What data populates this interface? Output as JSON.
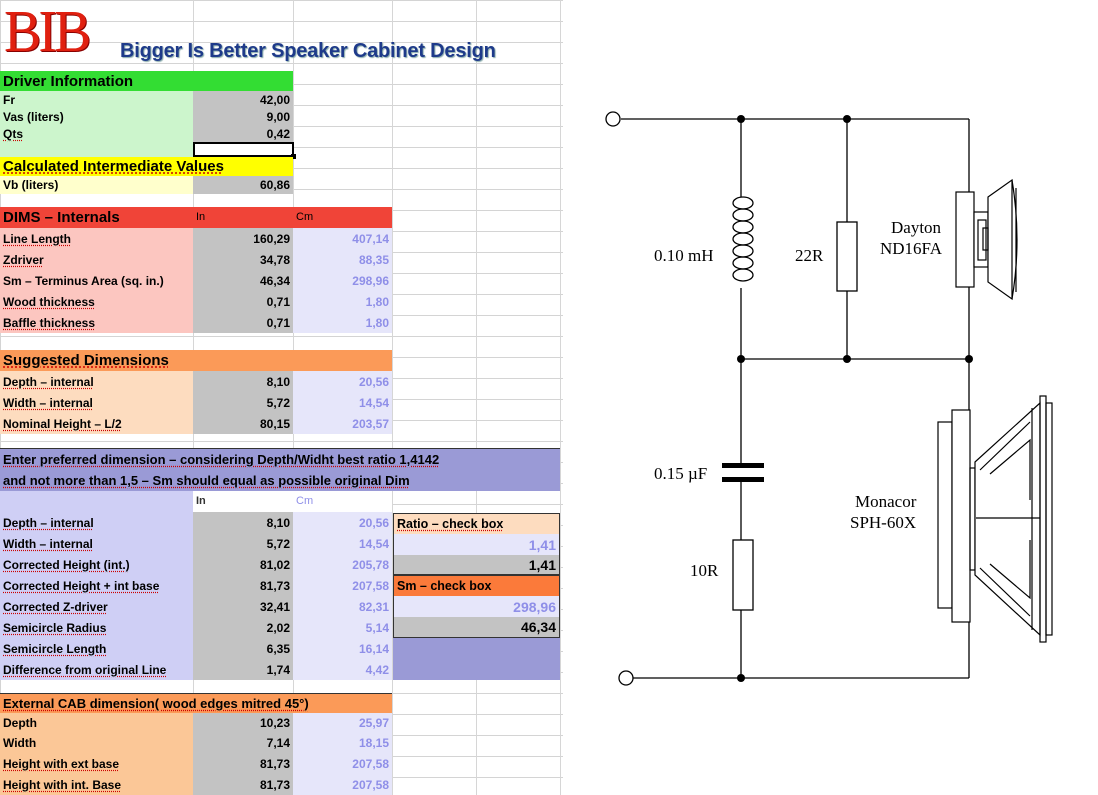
{
  "header": {
    "logo": "BIB",
    "title": "Bigger Is Better Speaker Cabinet Design"
  },
  "driver": {
    "title": "Driver Information",
    "rows": [
      {
        "label": "Fr",
        "value": "42,00"
      },
      {
        "label": "Vas (liters)",
        "value": "9,00"
      },
      {
        "label": "Qts",
        "value": "0,42"
      }
    ]
  },
  "calc": {
    "title": "Calculated  Intermediate  Values",
    "label": "Vb (liters)",
    "value": "60,86"
  },
  "dims": {
    "title": "DIMS – Internals",
    "col_in": "In",
    "col_cm": "Cm",
    "rows": [
      {
        "label": "Line Length",
        "in": "160,29",
        "cm": "407,14"
      },
      {
        "label": "Zdriver",
        "in": "34,78",
        "cm": "88,35"
      },
      {
        "label": "Sm – Terminus Area (sq. in.)",
        "in": "46,34",
        "cm": "298,96"
      },
      {
        "label": "Wood thickness",
        "in": "0,71",
        "cm": "1,80"
      },
      {
        "label": "Baffle thickness",
        "in": "0,71",
        "cm": "1,80"
      }
    ]
  },
  "suggested": {
    "title": "Suggested  Dimensions",
    "rows": [
      {
        "label": "Depth – internal",
        "in": "8,10",
        "cm": "20,56"
      },
      {
        "label": "Width – internal",
        "in": "5,72",
        "cm": "14,54"
      },
      {
        "label": "Nominal Height – L/2",
        "in": "80,15",
        "cm": "203,57"
      }
    ]
  },
  "preferred": {
    "line1": "Enter preferred dimension – considering Depth/Widht best ratio 1,4142",
    "line2": "and not more than 1,5 – Sm should equal as possible original Dim",
    "col_in": "In",
    "col_cm": "Cm",
    "rows": [
      {
        "label": "Depth – internal",
        "in": "8,10",
        "cm": "20,56"
      },
      {
        "label": "Width – internal",
        "in": "5,72",
        "cm": "14,54"
      },
      {
        "label": "Corrected Height (int.)",
        "in": "81,02",
        "cm": "205,78"
      },
      {
        "label": "Corrected Height + int base",
        "in": "81,73",
        "cm": "207,58"
      },
      {
        "label": "Corrected Z-driver",
        "in": "32,41",
        "cm": "82,31"
      },
      {
        "label": "Semicircle Radius",
        "in": "2,02",
        "cm": "5,14"
      },
      {
        "label": "Semicircle Length",
        "in": "6,35",
        "cm": "16,14"
      },
      {
        "label": "Difference from original Line",
        "in": "1,74",
        "cm": "4,42"
      }
    ]
  },
  "ratio_box": {
    "title": "Ratio – check box",
    "value_cm": "1,41",
    "value_in": "1,41"
  },
  "sm_box": {
    "title": "Sm – check box",
    "value_cm": "298,96",
    "value_in": "46,34"
  },
  "external": {
    "title": "External CAB dimension( wood edges mitred 45°)",
    "rows": [
      {
        "label": "Depth",
        "in": "10,23",
        "cm": "25,97"
      },
      {
        "label": "Width",
        "in": "7,14",
        "cm": "18,15"
      },
      {
        "label": "Height with ext base",
        "in": "81,73",
        "cm": "207,58"
      },
      {
        "label": "Height with int. Base",
        "in": "81,73",
        "cm": "207,58"
      }
    ]
  },
  "schematic": {
    "inductor": "0.10 mH",
    "resistor1": "22R",
    "driver1_line1": "Dayton",
    "driver1_line2": "ND16FA",
    "capacitor": "0.15 µF",
    "resistor2": "10R",
    "driver2_line1": "Monacor",
    "driver2_line2": "SPH-60X"
  },
  "colors": {
    "green": "#33dd33",
    "green_light": "#ccf5cc",
    "yellow": "#ffff00",
    "yellow_light": "#ffffcc",
    "red": "#f04438",
    "red_light": "#fcc6c0",
    "orange": "#fb9a58",
    "orange_light": "#fddcbf",
    "purple": "#9a9ad6",
    "purple_light": "#cfcff5",
    "gray": "#c3c3c3",
    "lavender": "#e6e6fa",
    "value_blue": "#8f8fe8"
  }
}
